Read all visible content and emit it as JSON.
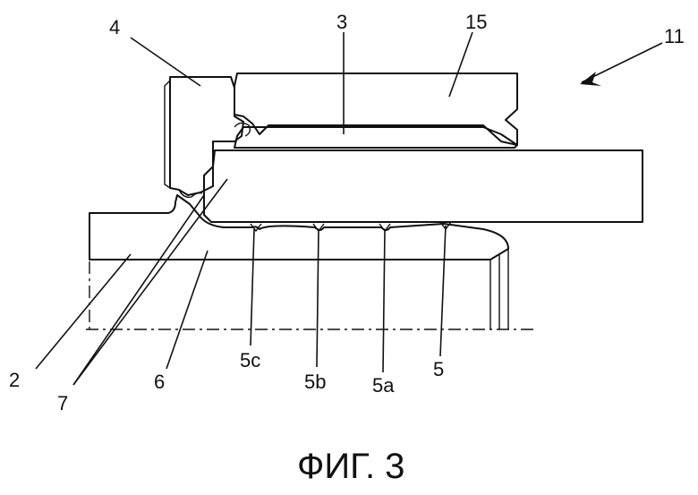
{
  "figure": {
    "caption": "ФИГ. 3",
    "labels": {
      "l4": "4",
      "l3": "3",
      "l15": "15",
      "l11": "11",
      "l2": "2",
      "l7": "7",
      "l6": "6",
      "l5c": "5c",
      "l5b": "5b",
      "l5a": "5a",
      "l5": "5"
    }
  }
}
